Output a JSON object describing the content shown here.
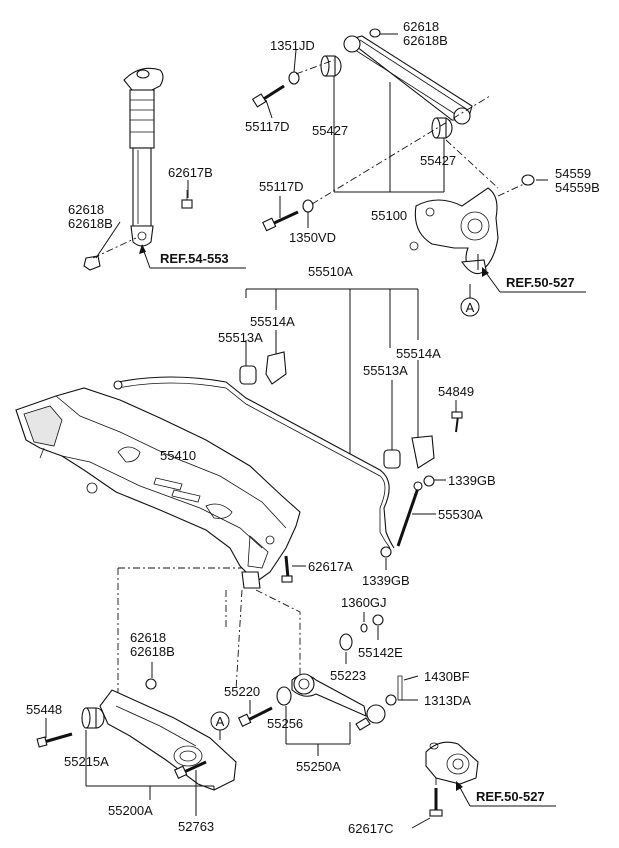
{
  "diagram": {
    "part_numbers": {
      "p62618_top": "62618",
      "p62618B_top": "62618B",
      "p1351JD": "1351JD",
      "p55117D_top": "55117D",
      "p55427_left": "55427",
      "p55427_right": "55427",
      "p62617B": "62617B",
      "p62618_left": "62618",
      "p62618B_left": "62618B",
      "p55117D_mid": "55117D",
      "p1350VD": "1350VD",
      "p55100": "55100",
      "p54559": "54559",
      "p54559B": "54559B",
      "p55510A": "55510A",
      "p55514A_left": "55514A",
      "p55513A_left": "55513A",
      "p55514A_right": "55514A",
      "p55513A_right": "55513A",
      "p54849": "54849",
      "p55410": "55410",
      "p1339GB_top": "1339GB",
      "p55530A": "55530A",
      "p62617A": "62617A",
      "p1339GB_bottom": "1339GB",
      "p1360GJ": "1360GJ",
      "p55142E": "55142E",
      "p62618_bottom": "62618",
      "p62618B_bottom": "62618B",
      "p55223": "55223",
      "p55220": "55220",
      "p1430BF": "1430BF",
      "p1313DA": "1313DA",
      "p55448": "55448",
      "p55256": "55256",
      "p55215A": "55215A",
      "p55250A": "55250A",
      "p55200A": "55200A",
      "p52763": "52763",
      "p62617C": "62617C"
    },
    "references": {
      "ref_54_553": "REF.54-553",
      "ref_50_527_top": "REF.50-527",
      "ref_50_527_bottom": "REF.50-527"
    },
    "markers": {
      "a_top": "A",
      "a_bottom": "A"
    }
  }
}
